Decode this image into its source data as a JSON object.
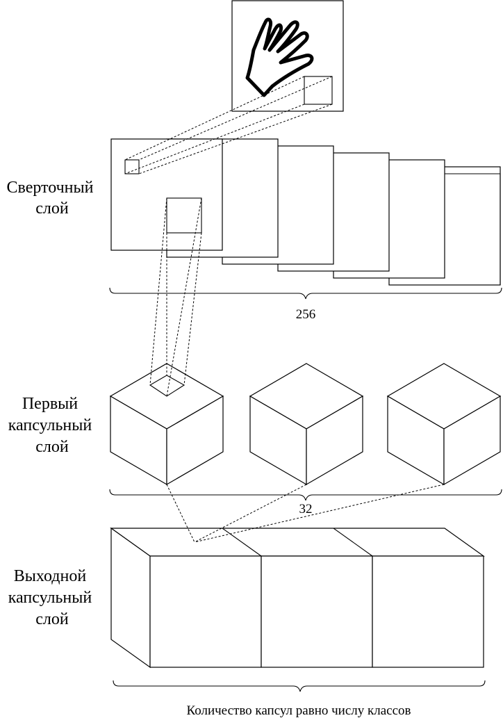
{
  "labels": {
    "conv_layer": [
      "Сверточный",
      "слой"
    ],
    "primary_caps": [
      "Первый",
      "капсульный",
      "слой"
    ],
    "output_caps": [
      "Выходной",
      "капсульный",
      "слой"
    ]
  },
  "counts": {
    "feature_maps": "256",
    "primary_capsules": "32",
    "output_note": "Количество капсул равно числу классов"
  },
  "icons": {
    "input_image": "hand-icon"
  }
}
